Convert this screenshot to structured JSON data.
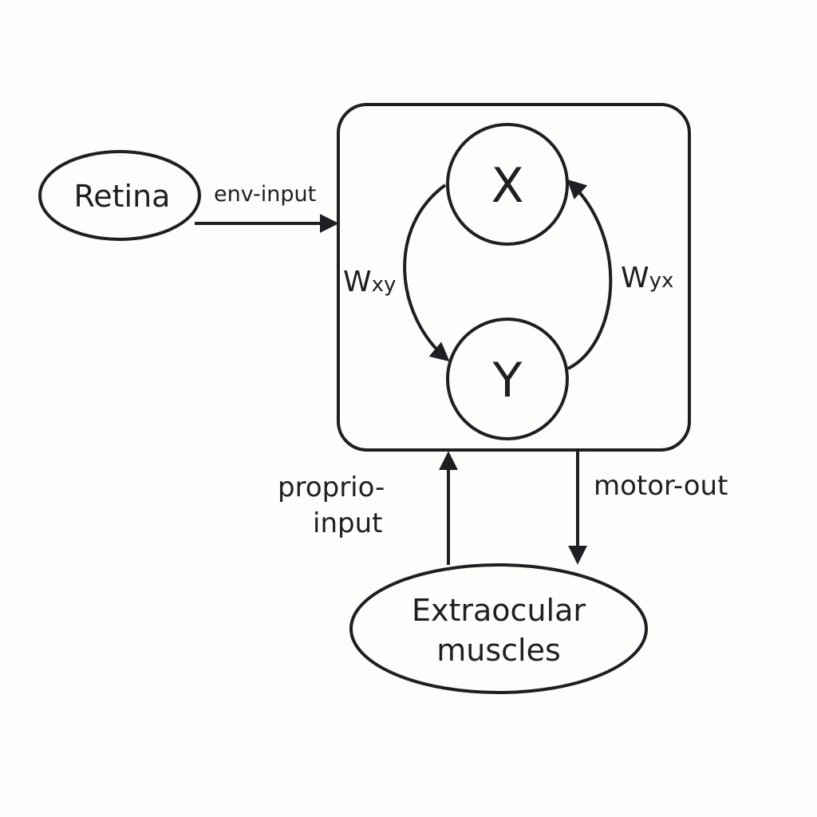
{
  "nodes": {
    "retina": "Retina",
    "x": "X",
    "y": "Y",
    "muscles_line1": "Extraocular",
    "muscles_line2": "muscles"
  },
  "edges": {
    "env_input": "env-input",
    "w_xy_main": "W",
    "w_xy_sub": "xy",
    "w_yx_main": "W",
    "w_yx_sub": "yx",
    "proprio_line1": "proprio-",
    "proprio_line2": "input",
    "motor_out": "motor-out"
  },
  "colors": {
    "ink": "#1d1f22",
    "background": "#fdfdfb"
  }
}
